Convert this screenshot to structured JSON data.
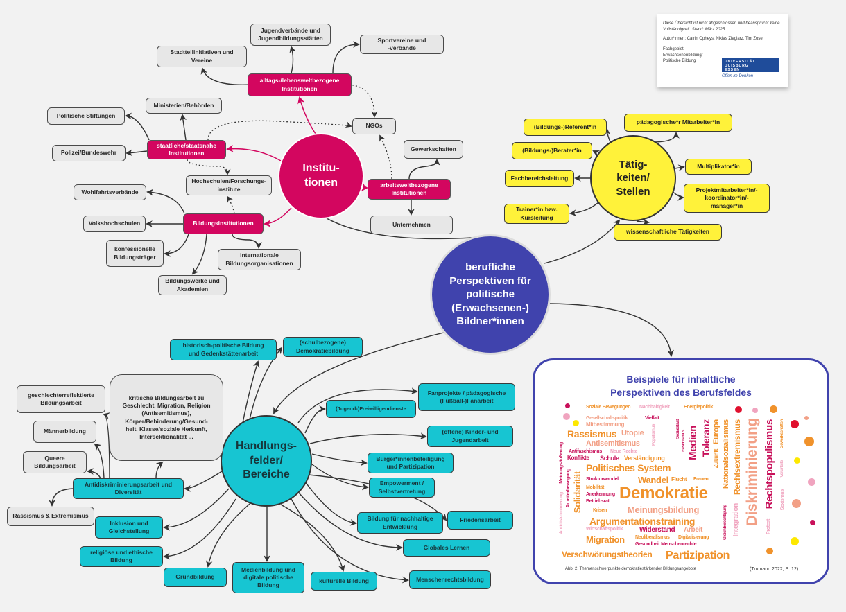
{
  "colors": {
    "institutions": "#d3065f",
    "center": "#4043ad",
    "activities": "#fff23a",
    "fields": "#17c5d2",
    "neutral": "#e7e7e7",
    "background": "#f2f2f2"
  },
  "center": {
    "label": "berufliche\nPerspektiven für\npolitische\n(Erwachsenen-)\nBildner*innen"
  },
  "institutionen": {
    "label": "Institu-\ntionen",
    "categories": [
      "alltags-/lebensweltbezogene\nInstitutionen",
      "staatliche/staatsnahe\nInstitutionen",
      "arbeitsweltbezogene\nInstitutionen",
      "Bildungsinstitutionen"
    ],
    "items": [
      "Jugendverbände und\nJugendbildungsstätten",
      "Sportvereine und\n-verbände",
      "Stadtteilinitiativen und\nVereine",
      "Ministerien/Behörden",
      "Politische Stiftungen",
      "NGOs",
      "Gewerkschaften",
      "Polizei/Bundeswehr",
      "Hochschulen/Forschungs-\ninstitute",
      "Wohlfahrtsverbände",
      "Unternehmen",
      "Volkshochschulen",
      "konfessionelle\nBildungsträger",
      "internationale\nBildungsorganisationen",
      "Bildungswerke und\nAkademien"
    ]
  },
  "taetigkeiten": {
    "label": "Tätig-\nkeiten/\nStellen",
    "items": [
      "(Bildungs-)Referent*in",
      "pädagogische*r Mitarbeiter*in",
      "(Bildungs-)Berater*in",
      "Multiplikator*in",
      "Fachbereichsleitung",
      "Projektmitarbeiter*in/-\nkoordinator*in/-\nmanager*in",
      "Trainer*in bzw.\nKursleitung",
      "wissenschaftliche Tätigkeiten"
    ]
  },
  "handlungsfelder": {
    "label": "Handlungs-\nfelder/\nBereiche",
    "items": [
      "historisch-politische Bildung\nund Gedenkstättenarbeit",
      "(schulbezogene)\nDemokratiebildung",
      "Fanprojekte / pädagogische\n(Fußball-)Fanarbeit",
      "(Jugend-)Freiwilligendienste",
      "(offene) Kinder- und\nJugendarbeit",
      "Bürger*innenbeteiligung\nund Partizipation",
      "Empowerment /\nSelbstvertretung",
      "Bildung für nachhaltige\nEntwicklung",
      "Friedensarbeit",
      "Globales Lernen",
      "Menschenrechtsbildung",
      "kulturelle Bildung",
      "Medienbildung und\ndigitale politische\nBildung",
      "Grundbildung",
      "religiöse und ethische\nBildung",
      "Inklusion und\nGleichstellung",
      "Antidiskriminierungsarbeit und\nDiversität"
    ],
    "antidiskriminierung": [
      "kritische Bildungsarbeit zu\nGeschlecht, Migration, Religion\n(Antisemitismus),\nKörper/Behinderung/Gesund-\nheit, Klasse/soziale Herkunft,\nIntersektionalität ...",
      "geschlechterreflektierte\nBildungsarbeit",
      "Männerbildung",
      "Queere\nBildungsarbeit",
      "Rassismus & Extremismus"
    ]
  },
  "note": {
    "disclaimer": "Diese Übersicht ist nicht abgeschlossen und beansprucht keine Vollständigkeit. Stand: März 2025",
    "authors": "Autor*innen: Catrin Opheys, Niklas Zieglarz, Tim Zosel",
    "department": "Fachgebiet\nErwachsenenbildung/\nPolitische Bildung",
    "logo": "UNIVERSITÄT\nDUISBURG\nESSEN",
    "slogan": "Offen im Denken"
  },
  "beispiele": {
    "title": "Beispiele für inhaltliche\nPerspektiven des Berufsfeldes",
    "caption": "Abb. 2: Themenschwerpunkte demokratiestärkender Bildungsangebote",
    "source": "(Trumann 2022, S. 12)",
    "words": [
      "Demokratie",
      "Diskriminierung",
      "Rechtspopulismus",
      "Integration",
      "Rechtsextremismus",
      "Nationalsozialismus",
      "Partizipation",
      "Verschwörungstheorien",
      "Argumentationstraining",
      "Meinungsbildung",
      "Politisches System",
      "Rassismus",
      "Wandel",
      "Solidarität",
      "Migration",
      "Medien",
      "Toleranz",
      "Europa",
      "Utopie",
      "Antisemitismus",
      "Gesellschaftspolitik",
      "Mitbestimmung",
      "Antifaschismus",
      "Neue Rechte",
      "Konflikte",
      "Schule",
      "Verständigung",
      "Flucht",
      "Krisen",
      "Widerstand",
      "Arbeit",
      "Neoliberalismus",
      "Digitalisierung",
      "Gesundheit Menschenrechte",
      "Sexismus",
      "Antidiskriminierung",
      "Wirtschaftspolitik",
      "Vielfalt",
      "Gleichberechtigung",
      "Arbeiterbewegung",
      "Meinungsäußerung",
      "Zukunft",
      "Frauen",
      "Soziale Bewegungen",
      "Strukturwandel",
      "Mobilität",
      "Faschismus",
      "Sozialstaat",
      "Nachhaltigkeit",
      "Energiepolitik",
      "Populismus",
      "Protest",
      "Anerkennung",
      "Betriebsrat",
      "Gewerkschaften",
      "Vorurteile"
    ],
    "word_colors": {
      "orange": "#f0922b",
      "salmon": "#f2a086",
      "magenta": "#c8105a",
      "pink": "#f0a4bf",
      "yellow": "#fde800",
      "red": "#e0102e"
    }
  }
}
